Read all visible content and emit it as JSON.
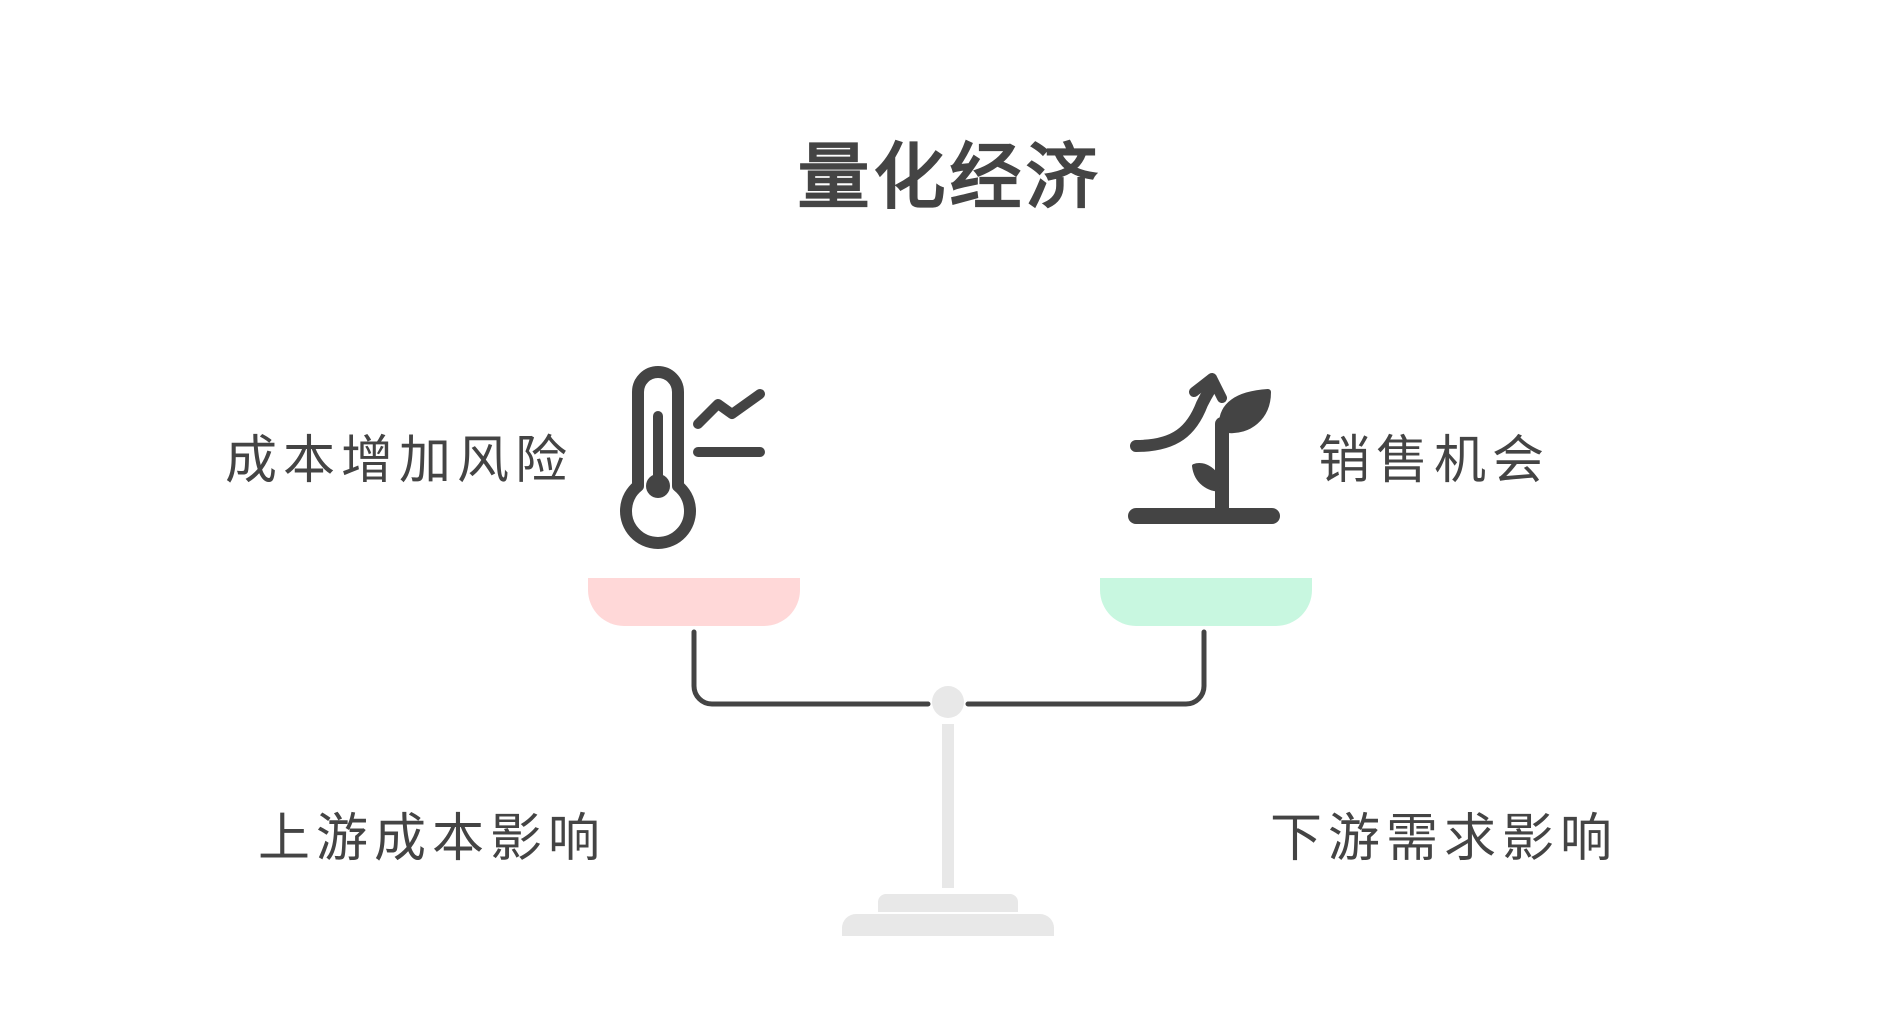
{
  "title": "量化经济",
  "left_side": {
    "label": "成本增加风险",
    "caption": "上游成本影响",
    "icon": "thermometer-rising-icon",
    "pan_color": "#ffd8d8"
  },
  "right_side": {
    "label": "销售机会",
    "caption": "下游需求影响",
    "icon": "sprout-growth-icon",
    "pan_color": "#c8f7e0"
  },
  "colors": {
    "text": "#444444",
    "stand": "#e8e8e8",
    "beam": "#444444"
  }
}
